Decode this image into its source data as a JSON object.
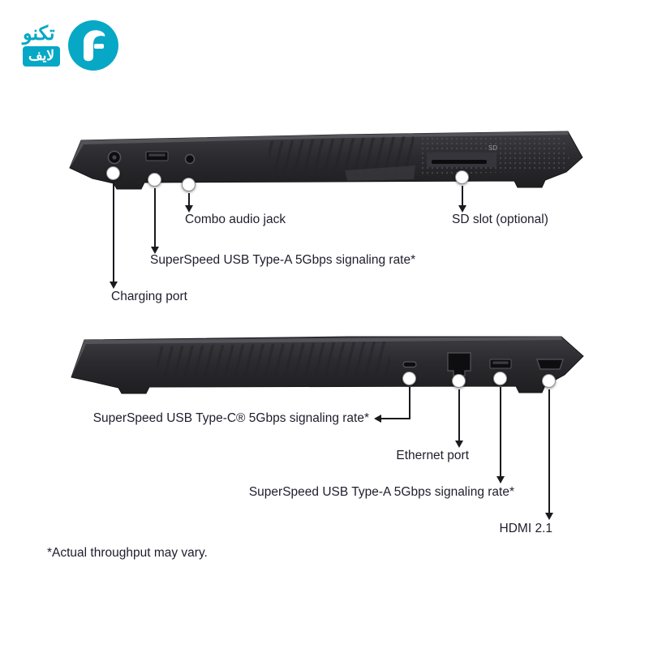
{
  "logo": {
    "line1": "تكنو",
    "line2": "لايف"
  },
  "top_view": {
    "side": "left side",
    "sd_marking": "SD",
    "labels": {
      "audio": "Combo audio jack",
      "sd": "SD slot (optional)",
      "usb_a": "SuperSpeed USB Type-A 5Gbps signaling rate*",
      "charging": "Charging port"
    }
  },
  "bottom_view": {
    "side": "right side",
    "labels": {
      "usb_c": "SuperSpeed USB Type-C® 5Gbps signaling rate*",
      "ethernet": "Ethernet port",
      "usb_a": "SuperSpeed USB Type-A 5Gbps signaling rate*",
      "hdmi": "HDMI 2.1"
    }
  },
  "footnote": "*Actual throughput may vary.",
  "colors": {
    "accent": "#07a8c6",
    "text": "#1e1e2d",
    "laptop_body": "#2b2b2f"
  }
}
